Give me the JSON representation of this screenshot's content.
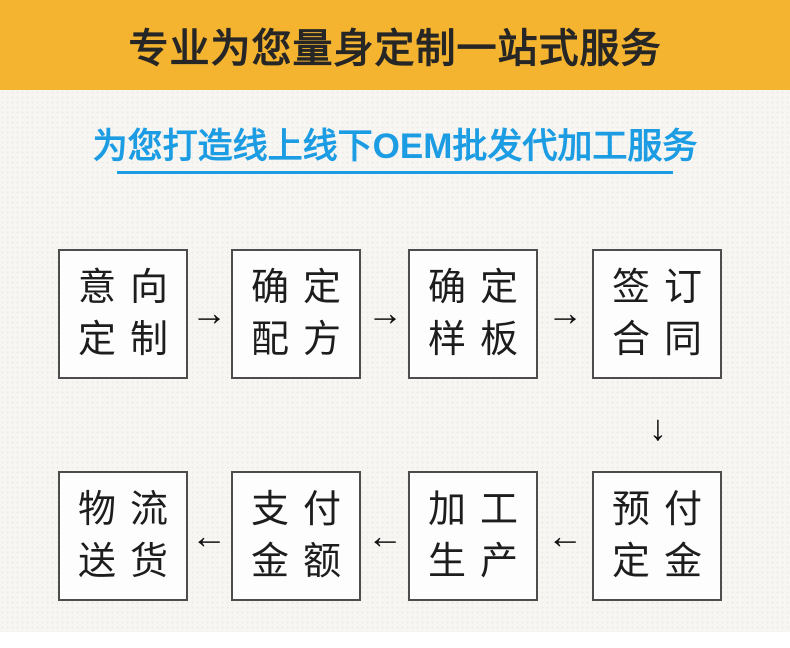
{
  "banner": {
    "title": "专业为您量身定制一站式服务"
  },
  "subtitle": {
    "text": "为您打造线上线下OEM批发代加工服务"
  },
  "colors": {
    "banner_bg": "#F5B42F",
    "banner_text": "#262626",
    "subtitle_blue": "#1B9CE3",
    "box_border": "#4D4D4D",
    "box_bg": "#FDFDFD",
    "arrow": "#111111",
    "page_bg": "#F7F6F3"
  },
  "flow": {
    "arrows": {
      "right": "→",
      "left": "←",
      "down": "↓"
    },
    "row1": [
      {
        "lines": [
          "意向",
          "定制"
        ]
      },
      {
        "lines": [
          "确定",
          "配方"
        ]
      },
      {
        "lines": [
          "确定",
          "样板"
        ]
      },
      {
        "lines": [
          "签订",
          "合同"
        ]
      }
    ],
    "row2": [
      {
        "lines": [
          "物流",
          "送货"
        ]
      },
      {
        "lines": [
          "支付",
          "金额"
        ]
      },
      {
        "lines": [
          "加工",
          "生产"
        ]
      },
      {
        "lines": [
          "预付",
          "定金"
        ]
      }
    ]
  }
}
